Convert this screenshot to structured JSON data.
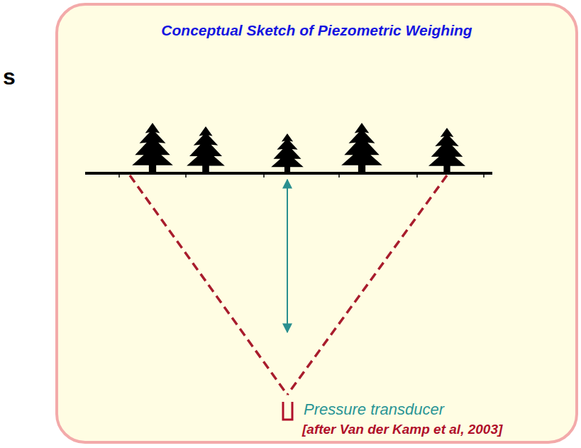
{
  "diagram": {
    "title": "Conceptual Sketch of Piezometric Weighing",
    "labels": [
      "s",
      "Pressure transducer",
      "[after Van der Kamp et al, 2003]"
    ]
  }
}
